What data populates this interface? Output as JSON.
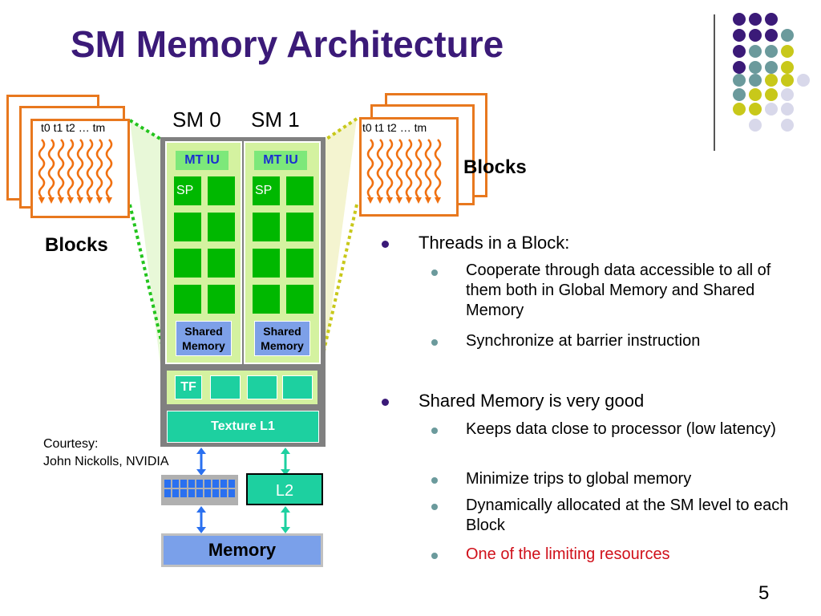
{
  "title": "SM Memory Architecture",
  "sm_labels": [
    "SM 0",
    "SM 1"
  ],
  "blocks_label": "Blocks",
  "threads_label": "t0 t1 t2 … tm",
  "sm": {
    "mt_iu": "MT IU",
    "sp": "SP",
    "shared_memory_line1": "Shared",
    "shared_memory_line2": "Memory"
  },
  "tf": "TF",
  "texture_l1": "Texture L1",
  "l2": "L2",
  "memory": "Memory",
  "courtesy": {
    "line1": "Courtesy:",
    "line2": "John Nickolls, NVIDIA"
  },
  "bullets": [
    {
      "text": "Threads in a Block:",
      "sub": [
        {
          "text": "Cooperate through data accessible to all of them both in Global Memory and Shared Memory"
        },
        {
          "text": "Synchronize at barrier instruction"
        }
      ]
    },
    {
      "text": "Shared Memory is very good",
      "sub": [
        {
          "text": "Keeps data close to processor (low latency)"
        },
        {
          "text": "Minimize trips to global memory"
        },
        {
          "text": "Dynamically allocated at the SM level to each Block"
        },
        {
          "text": "One of the limiting resources",
          "color": "#d0101a"
        }
      ]
    }
  ],
  "page_number": "5",
  "colors": {
    "title": "#3b1a78",
    "accent_orange": "#e8781e",
    "sp_green": "#00b800",
    "tex_teal": "#1dd0a0",
    "memory_blue": "#7aa0ea",
    "highlight_red": "#d0101a",
    "dot_purple": "#3b1a78",
    "dot_teal": "#6b9a9c",
    "dot_yellow": "#c8c81a",
    "dot_lavender": "#d8d8ea"
  }
}
